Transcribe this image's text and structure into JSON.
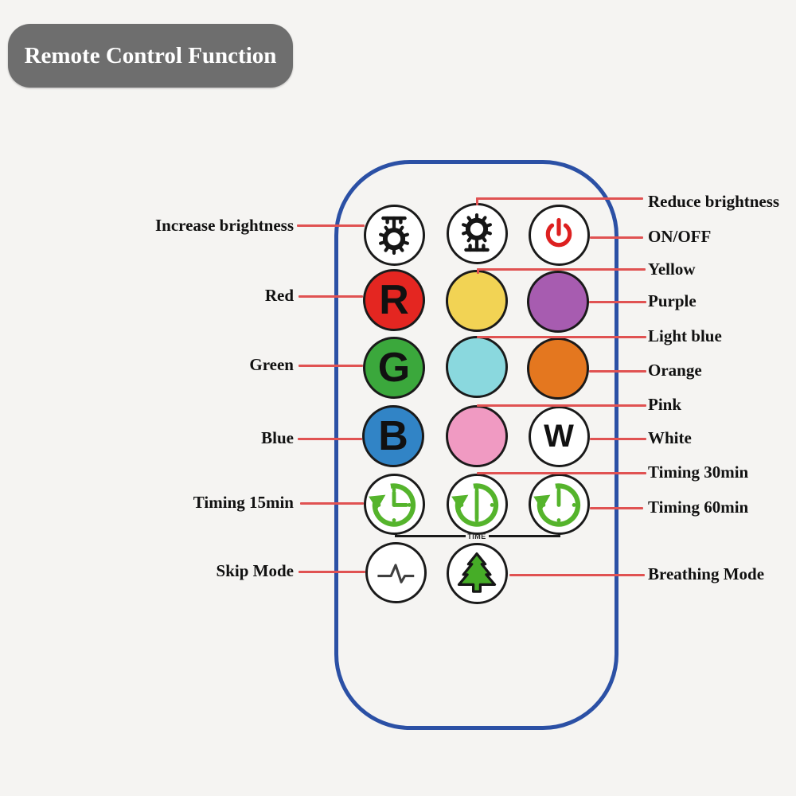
{
  "title": "Remote Control Function",
  "colors": {
    "background": "#f5f4f2",
    "title_bg": "#6e6e6e",
    "title_text": "#ffffff",
    "remote_border": "#2b50a5",
    "leader_line": "#e05252",
    "button_outline": "#1a1a1a",
    "label_text": "#111111",
    "power_red": "#dd2020",
    "clock_green": "#55b42c",
    "tree_green": "#46ad27",
    "pulse_gray": "#3f3f3f"
  },
  "remote": {
    "time_label": "TIME",
    "buttons": [
      {
        "id": "brightness-up",
        "type": "icon",
        "icon": "brightness-increase",
        "fill": "#ffffff"
      },
      {
        "id": "brightness-down",
        "type": "icon",
        "icon": "brightness-decrease",
        "fill": "#ffffff"
      },
      {
        "id": "power",
        "type": "icon",
        "icon": "power",
        "fill": "#ffffff"
      },
      {
        "id": "red",
        "type": "letter",
        "letter": "R",
        "fill": "#e42621"
      },
      {
        "id": "yellow",
        "type": "plain",
        "fill": "#f2d354"
      },
      {
        "id": "purple",
        "type": "plain",
        "fill": "#a75cb0"
      },
      {
        "id": "green",
        "type": "letter",
        "letter": "G",
        "fill": "#3ba83c"
      },
      {
        "id": "light-blue",
        "type": "plain",
        "fill": "#8ad8de"
      },
      {
        "id": "orange",
        "type": "plain",
        "fill": "#e4771f"
      },
      {
        "id": "blue",
        "type": "letter",
        "letter": "B",
        "fill": "#3184c6"
      },
      {
        "id": "pink",
        "type": "plain",
        "fill": "#f09ac2"
      },
      {
        "id": "white",
        "type": "letter",
        "letter": "W",
        "fill": "#ffffff"
      },
      {
        "id": "timer-15",
        "type": "icon",
        "icon": "clock-15",
        "fill": "#ffffff"
      },
      {
        "id": "timer-30",
        "type": "icon",
        "icon": "clock-30",
        "fill": "#ffffff"
      },
      {
        "id": "timer-60",
        "type": "icon",
        "icon": "clock-60",
        "fill": "#ffffff"
      },
      {
        "id": "skip-mode",
        "type": "icon",
        "icon": "pulse",
        "fill": "#ffffff"
      },
      {
        "id": "breathing-mode",
        "type": "icon",
        "icon": "tree",
        "fill": "#ffffff"
      }
    ]
  },
  "labels": {
    "left": [
      "Increase brightness",
      "Red",
      "Green",
      "Blue",
      "Timing 15min",
      "Skip Mode"
    ],
    "right": [
      "Reduce brightness",
      "ON/OFF",
      "Yellow",
      "Purple",
      "Light blue",
      "Orange",
      "Pink",
      "White",
      "Timing 30min",
      "Timing 60min",
      "Breathing Mode"
    ]
  }
}
